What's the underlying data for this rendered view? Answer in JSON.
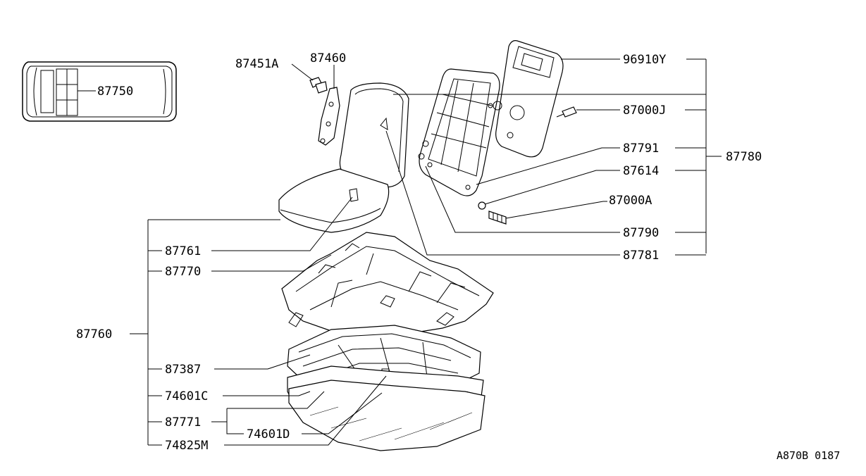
{
  "labels": {
    "p87451a": "87451A",
    "p87460": "87460",
    "p87750": "87750",
    "p96910y": "96910Y",
    "p87000j": "87000J",
    "p87791": "87791",
    "p87780": "87780",
    "p87614": "87614",
    "p87000a": "87000A",
    "p87790": "87790",
    "p87781": "87781",
    "p87761": "87761",
    "p87770": "87770",
    "p87760": "87760",
    "p87387": "87387",
    "p74601c": "74601C",
    "p87771": "87771",
    "p74601d": "74601D",
    "p74825m": "74825M"
  },
  "footer": {
    "code": "A870B 0187"
  }
}
